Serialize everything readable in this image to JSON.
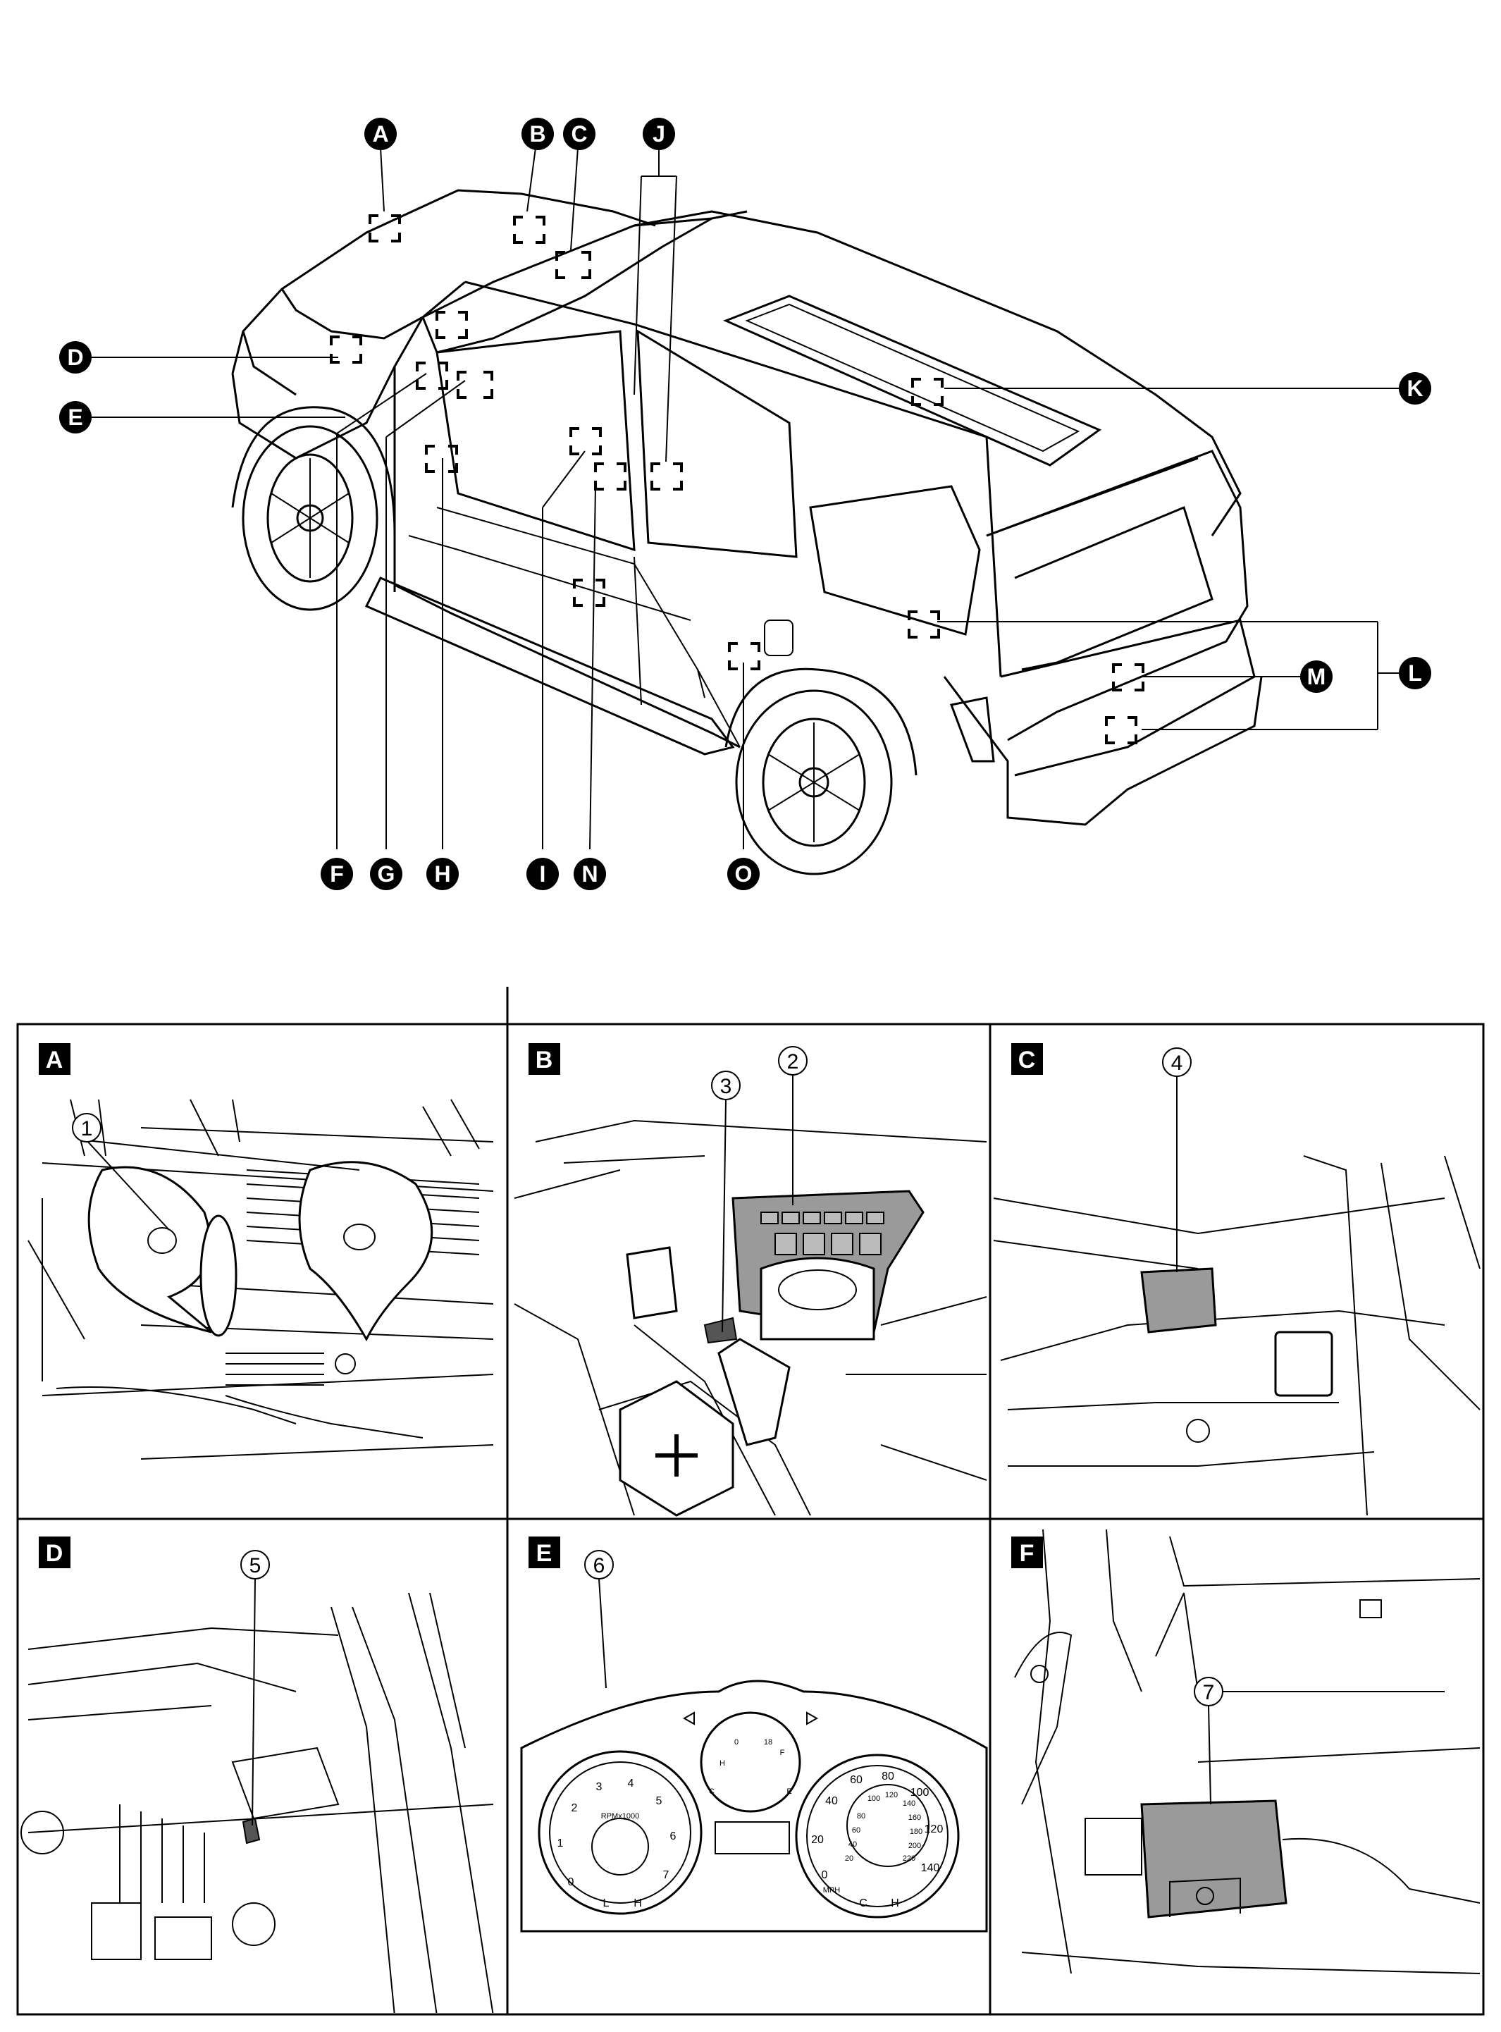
{
  "overview": {
    "callouts": [
      "A",
      "B",
      "C",
      "D",
      "E",
      "F",
      "G",
      "H",
      "I",
      "J",
      "K",
      "L",
      "M",
      "N",
      "O"
    ]
  },
  "panels": [
    {
      "letter": "A",
      "numbers": [
        "1"
      ]
    },
    {
      "letter": "B",
      "numbers": [
        "3",
        "2"
      ]
    },
    {
      "letter": "C",
      "numbers": [
        "4"
      ]
    },
    {
      "letter": "D",
      "numbers": [
        "5"
      ]
    },
    {
      "letter": "E",
      "numbers": [
        "6"
      ]
    },
    {
      "letter": "F",
      "numbers": [
        "7"
      ]
    }
  ],
  "cluster": {
    "tach_label": "RPMx1000",
    "tach_numbers": [
      "0",
      "1",
      "2",
      "3",
      "4",
      "5",
      "6",
      "7"
    ],
    "tach_temp": [
      "L",
      "H"
    ],
    "fuel_numbers": [
      "0",
      "18"
    ],
    "fuel_marks": [
      "C",
      "H",
      "E",
      "F"
    ],
    "speed_mph": [
      "0",
      "20",
      "40",
      "60",
      "80",
      "100",
      "120",
      "140"
    ],
    "speed_kmh": [
      "20",
      "40",
      "60",
      "80",
      "100",
      "120",
      "140",
      "160",
      "180",
      "200",
      "220"
    ],
    "speed_unit": "MPH",
    "speed_temp": [
      "C",
      "H"
    ]
  },
  "icons": {
    "circle_callout": "black-circle-letter",
    "box_callout": "black-square-letter",
    "number_callout": "circled-number"
  }
}
